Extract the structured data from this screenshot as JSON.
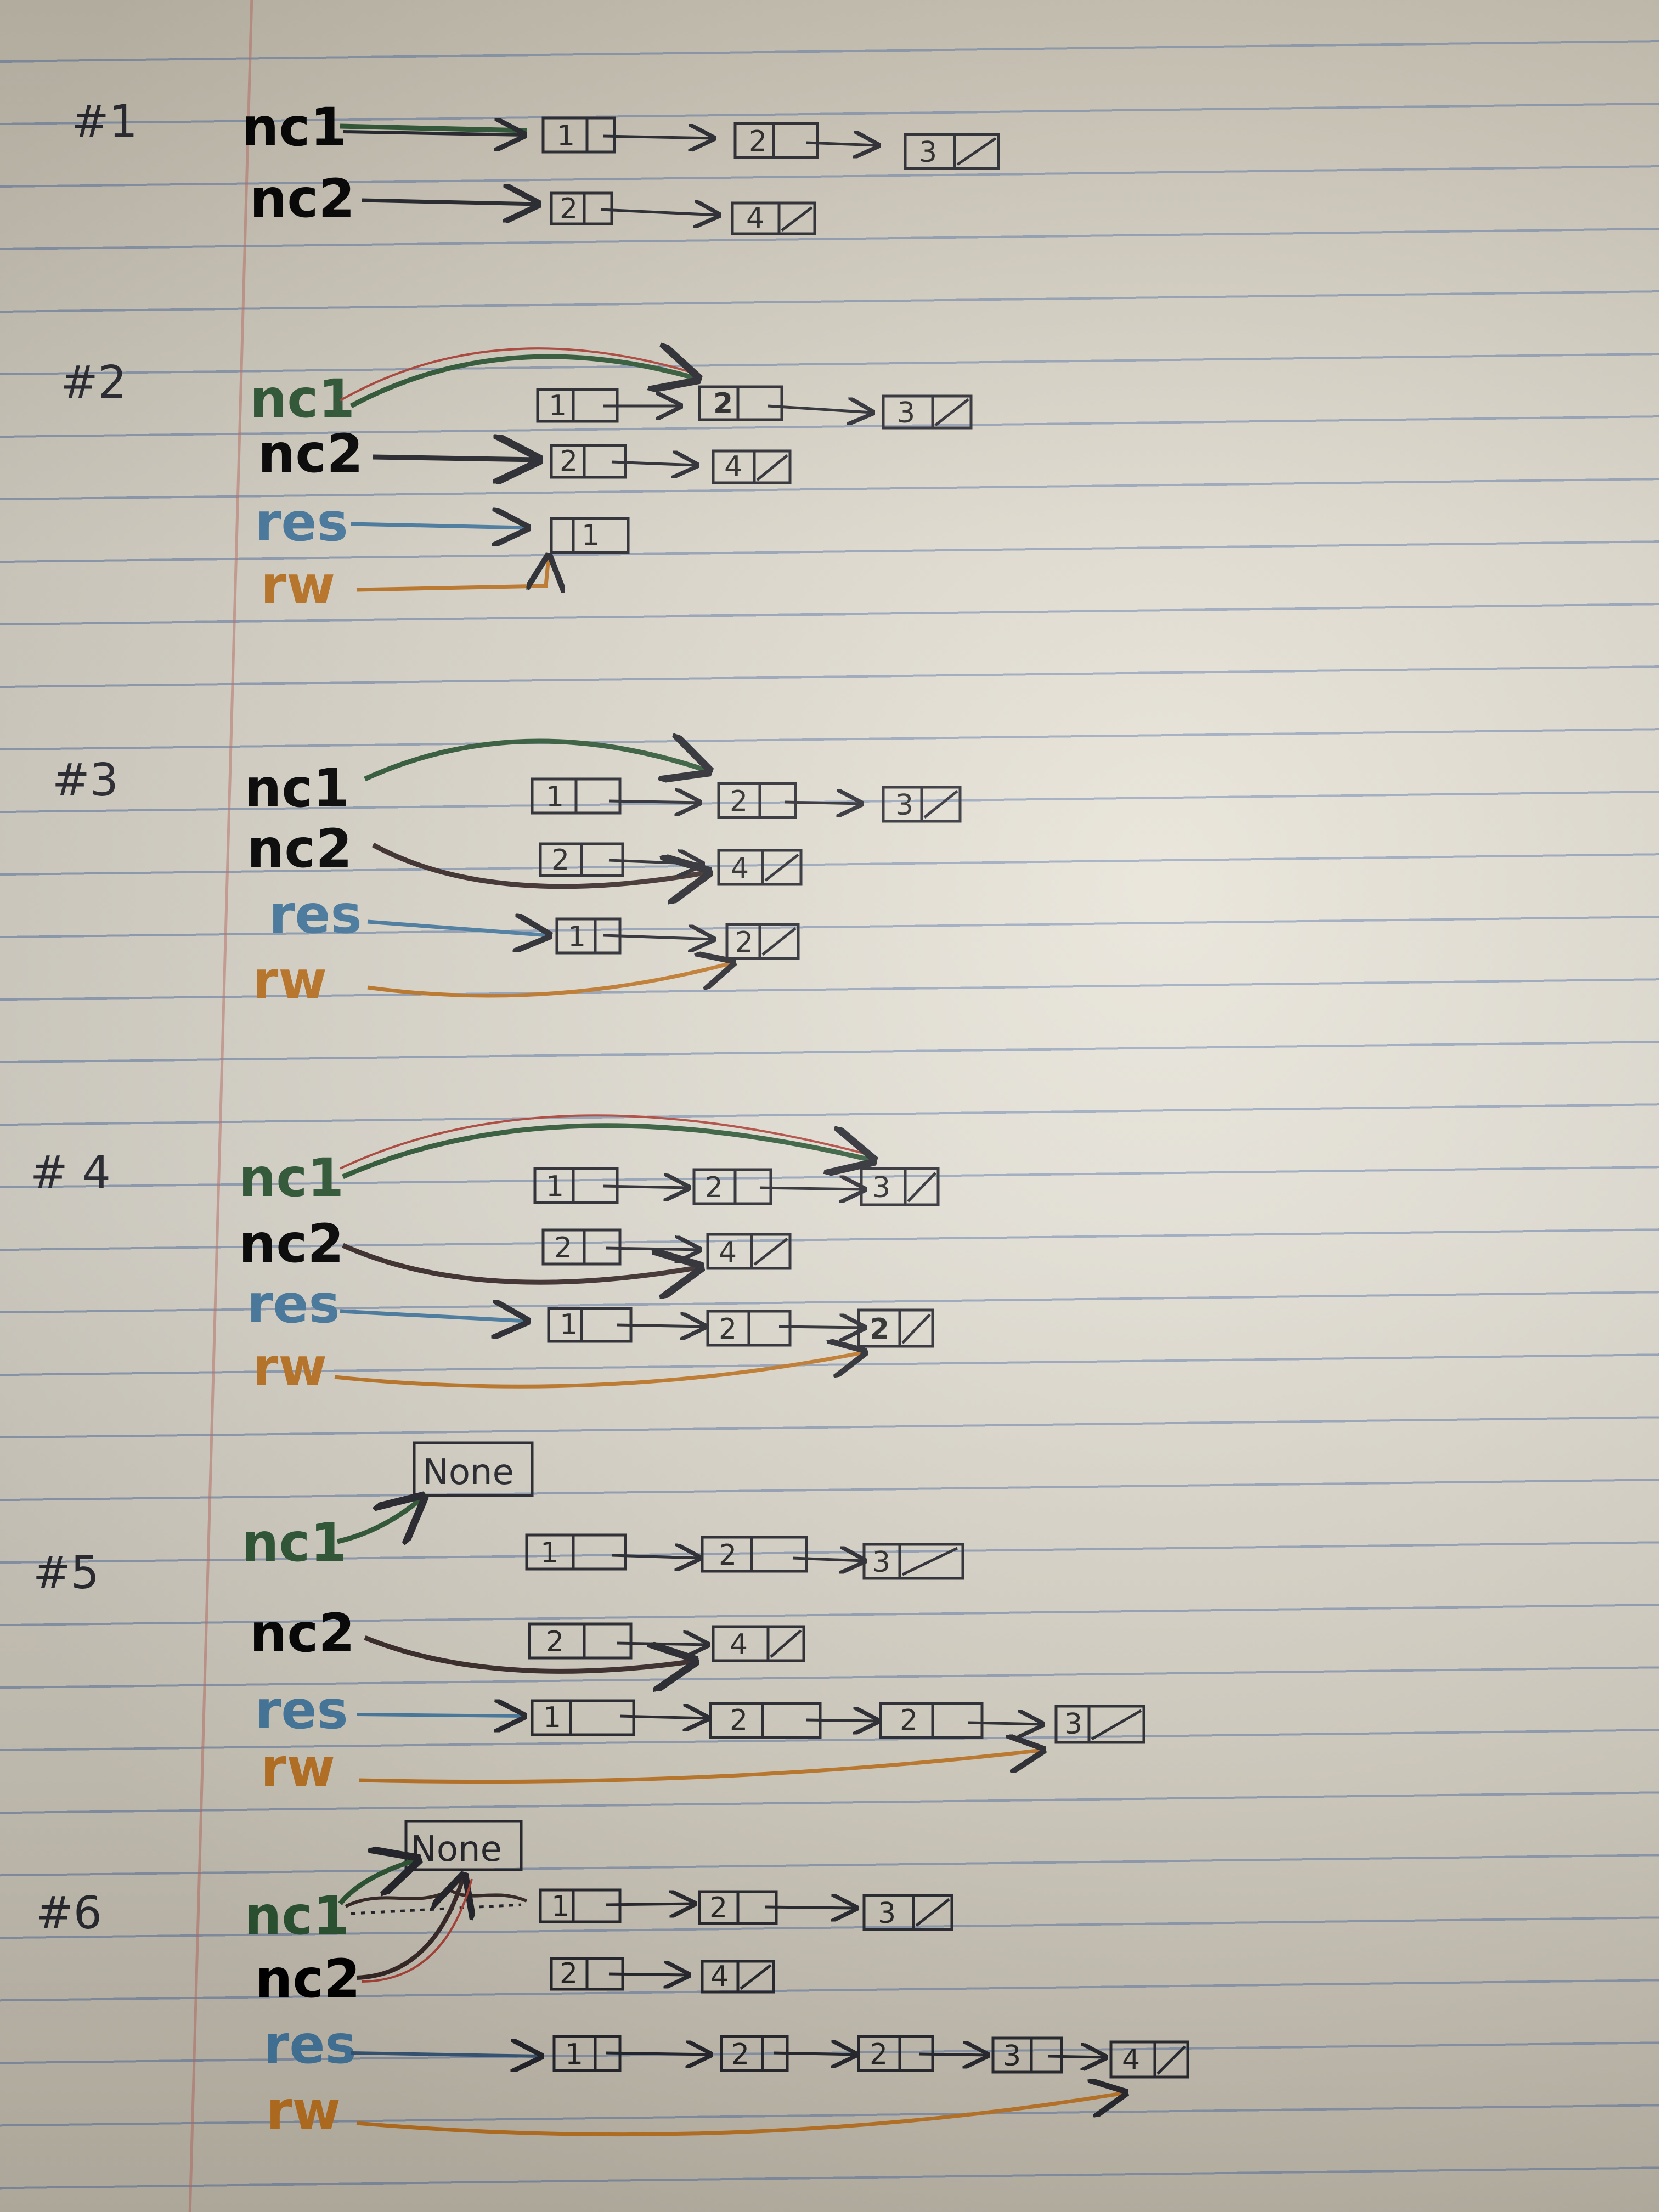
{
  "colors": {
    "ink": "#24242c",
    "nc1": "#2f5a36",
    "nc2": "#3a2a28",
    "res": "#4a80a8",
    "rw": "#c77a25",
    "red_underline": "#b6453a"
  },
  "steps": [
    {
      "label": "#1",
      "rows": [
        {
          "var": "nc1",
          "nodes": [
            "1",
            "2",
            "3"
          ]
        },
        {
          "var": "nc2",
          "nodes": [
            "2",
            "4"
          ]
        }
      ]
    },
    {
      "label": "#2",
      "rows": [
        {
          "var": "nc1",
          "nodes": [
            "1",
            "2",
            "3"
          ]
        },
        {
          "var": "nc2",
          "nodes": [
            "2",
            "4"
          ]
        },
        {
          "var": "res",
          "nodes": [
            "1"
          ]
        },
        {
          "var": "rw",
          "nodes": []
        }
      ]
    },
    {
      "label": "#3",
      "rows": [
        {
          "var": "nc1",
          "nodes": [
            "1",
            "2",
            "3"
          ]
        },
        {
          "var": "nc2",
          "nodes": [
            "2",
            "4"
          ]
        },
        {
          "var": "res",
          "nodes": [
            "1",
            "2"
          ]
        },
        {
          "var": "rw",
          "nodes": []
        }
      ]
    },
    {
      "label": "# 4",
      "rows": [
        {
          "var": "nc1",
          "nodes": [
            "1",
            "2",
            "3"
          ]
        },
        {
          "var": "nc2",
          "nodes": [
            "2",
            "4"
          ]
        },
        {
          "var": "res",
          "nodes": [
            "1",
            "2",
            "2"
          ]
        },
        {
          "var": "rw",
          "nodes": []
        }
      ]
    },
    {
      "label": "#5",
      "none": "None",
      "rows": [
        {
          "var": "nc1",
          "nodes": [
            "1",
            "2",
            "3"
          ]
        },
        {
          "var": "nc2",
          "nodes": [
            "2",
            "4"
          ]
        },
        {
          "var": "res",
          "nodes": [
            "1",
            "2",
            "2",
            "3"
          ]
        },
        {
          "var": "rw",
          "nodes": []
        }
      ]
    },
    {
      "label": "#6",
      "none": "None",
      "rows": [
        {
          "var": "nc1",
          "nodes": [
            "1",
            "2",
            "3"
          ]
        },
        {
          "var": "nc2",
          "nodes": [
            "2",
            "4"
          ]
        },
        {
          "var": "res",
          "nodes": [
            "1",
            "2",
            "2",
            "3",
            "4"
          ]
        },
        {
          "var": "rw",
          "nodes": []
        }
      ]
    }
  ]
}
